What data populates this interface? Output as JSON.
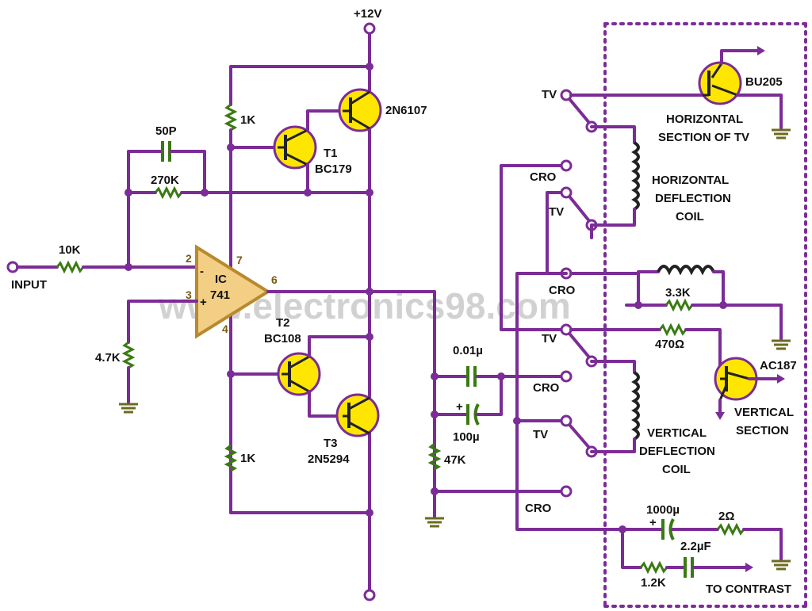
{
  "title": "",
  "supply": "+12V",
  "input_label": "INPUT",
  "watermark": "www.electronics98.com",
  "opamp": {
    "line1": "IC",
    "line2": "741",
    "pins": {
      "inv": "2",
      "noninv": "3",
      "out": "6",
      "vplus": "7",
      "vminus": "4"
    },
    "inv_sign": "-",
    "noninv_sign": "+"
  },
  "resistors": {
    "r_input": "10K",
    "r_feedback": "270K",
    "r_noninv": "4.7K",
    "r_top": "1K",
    "r_bottom": "1K",
    "r_47k": "47K",
    "r_33k": "3.3K",
    "r_470": "470Ω",
    "r_2ohm": "2Ω",
    "r_12k": "1.2K"
  },
  "capacitors": {
    "c_feedback": "50P",
    "c_001": "0.01µ",
    "c_100": "100µ",
    "c_1000": "1000µ",
    "c_22": "2.2µF",
    "plus_sign": "+"
  },
  "transistors": {
    "t1": {
      "ref": "T1",
      "part": "BC179"
    },
    "t_2n6107": {
      "part": "2N6107"
    },
    "t2": {
      "ref": "T2",
      "part": "BC108"
    },
    "t3": {
      "ref": "T3",
      "part": "2N5294"
    },
    "bu205": {
      "part": "BU205"
    },
    "ac187": {
      "part": "AC187"
    }
  },
  "switch_labels": {
    "tv1": "TV",
    "cro1": "CRO",
    "tv2": "TV",
    "cro2": "CRO",
    "tv3": "TV",
    "cro3": "CRO",
    "tv4": "TV",
    "cro4": "CRO"
  },
  "section_labels": {
    "horiz_tv": [
      "HORIZONTAL",
      "SECTION OF TV"
    ],
    "horiz_coil": [
      "HORIZONTAL",
      "DEFLECTION",
      "COIL"
    ],
    "vert_coil": [
      "VERTICAL",
      "DEFLECTION",
      "COIL"
    ],
    "vert_section": [
      "VERTICAL",
      "SECTION"
    ],
    "to_contrast": "TO CONTRAST"
  },
  "colors": {
    "wire": "#7b2c96",
    "resistor": "#3a7a12",
    "transistor_fill": "#ffe600",
    "opamp_fill": "#f2cf85",
    "opamp_stroke": "#b88a2e"
  }
}
